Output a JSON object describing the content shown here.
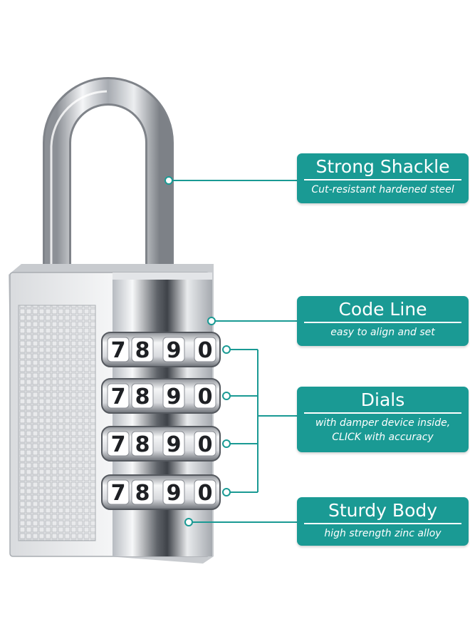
{
  "callouts": {
    "shackle": {
      "title": "Strong Shackle",
      "subtitle": "Cut-resistant hardened steel"
    },
    "code_line": {
      "title": "Code Line",
      "subtitle": "easy to align and set"
    },
    "dials": {
      "title": "Dials",
      "subtitle_line1": "with damper device inside,",
      "subtitle_line2": "CLICK with accuracy"
    },
    "body": {
      "title": "Sturdy Body",
      "subtitle": "high strength zinc alloy"
    }
  },
  "dial_digits": [
    "7",
    "8",
    "9",
    "0"
  ],
  "colors": {
    "callout_bg": "#1a9a94",
    "connector": "#1a9a94",
    "lock_chrome": "#c9ccd0"
  }
}
